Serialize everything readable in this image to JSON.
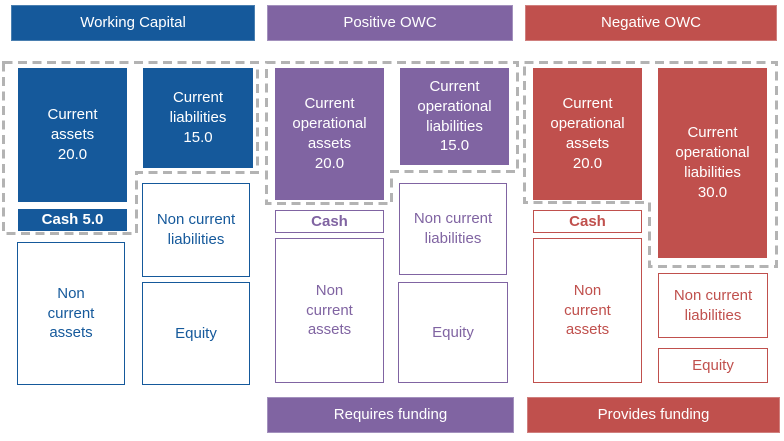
{
  "colors": {
    "blue": "#15599b",
    "purple": "#8064a2",
    "red": "#c0504d",
    "dashed_boundary_gray": "#b3b3b3",
    "text_on_fill": "#ffffff"
  },
  "working_capital": {
    "header": "Working Capital",
    "current_assets": "Current\nassets\n20.0",
    "current_assets_value": 20.0,
    "current_liabilities": "Current\nliabilities\n15.0",
    "current_liabilities_value": 15.0,
    "cash": "Cash 5.0",
    "cash_value": 5.0,
    "non_current_assets": "Non\ncurrent\nassets",
    "non_current_liabilities": "Non current\nliabilities",
    "equity": "Equity"
  },
  "positive_owc": {
    "header": "Positive OWC",
    "current_operational_assets": "Current\noperational\nassets\n20.0",
    "current_operational_assets_value": 20.0,
    "current_operational_liabilities": "Current\noperational\nliabilities\n15.0",
    "current_operational_liabilities_value": 15.0,
    "cash": "Cash",
    "non_current_assets": "Non\ncurrent\nassets",
    "non_current_liabilities": "Non current\nliabilities",
    "equity": "Equity",
    "footer": "Requires funding"
  },
  "negative_owc": {
    "header": "Negative OWC",
    "current_operational_assets": "Current\noperational\nassets\n20.0",
    "current_operational_assets_value": 20.0,
    "current_operational_liabilities": "Current\noperational\nliabilities\n30.0",
    "current_operational_liabilities_value": 30.0,
    "cash": "Cash",
    "non_current_assets": "Non\ncurrent\nassets",
    "non_current_liabilities": "Non current\nliabilities",
    "equity": "Equity",
    "footer": "Provides funding"
  }
}
